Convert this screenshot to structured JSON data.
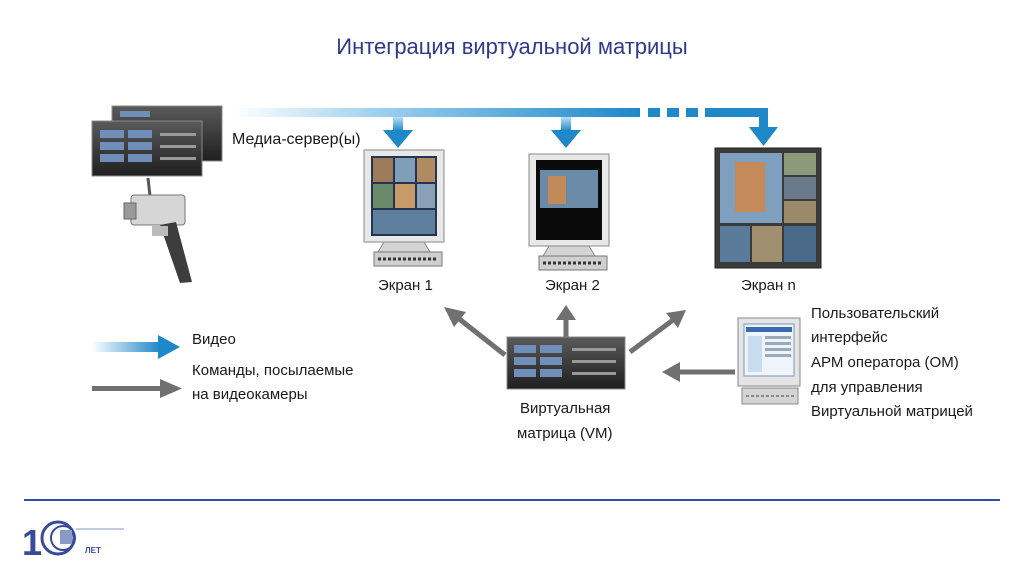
{
  "title": "Интеграция виртуальной матрицы",
  "labels": {
    "media_server": "Медиа-сервер(ы)",
    "screen1": "Экран 1",
    "screen2": "Экран 2",
    "screenN": "Экран n",
    "vm_line1": "Виртуальная",
    "vm_line2": "матрица (VM)",
    "ui_lines": [
      "Пользовательский",
      "интерфейс",
      "АРМ оператора (ОМ)",
      "для управления",
      "Виртуальной матрицей"
    ]
  },
  "legend": {
    "video": "Видео",
    "commands_line1": "Команды, посылаемые",
    "commands_line2": "на видеокамеры"
  },
  "colors": {
    "video_arrow": "#1e88c8",
    "command_arrow": "#707070",
    "title": "#2e3a8c",
    "rule": "#3b4aa3"
  },
  "logo": {
    "mark": "1С",
    "caption": "ЛЕТ"
  }
}
